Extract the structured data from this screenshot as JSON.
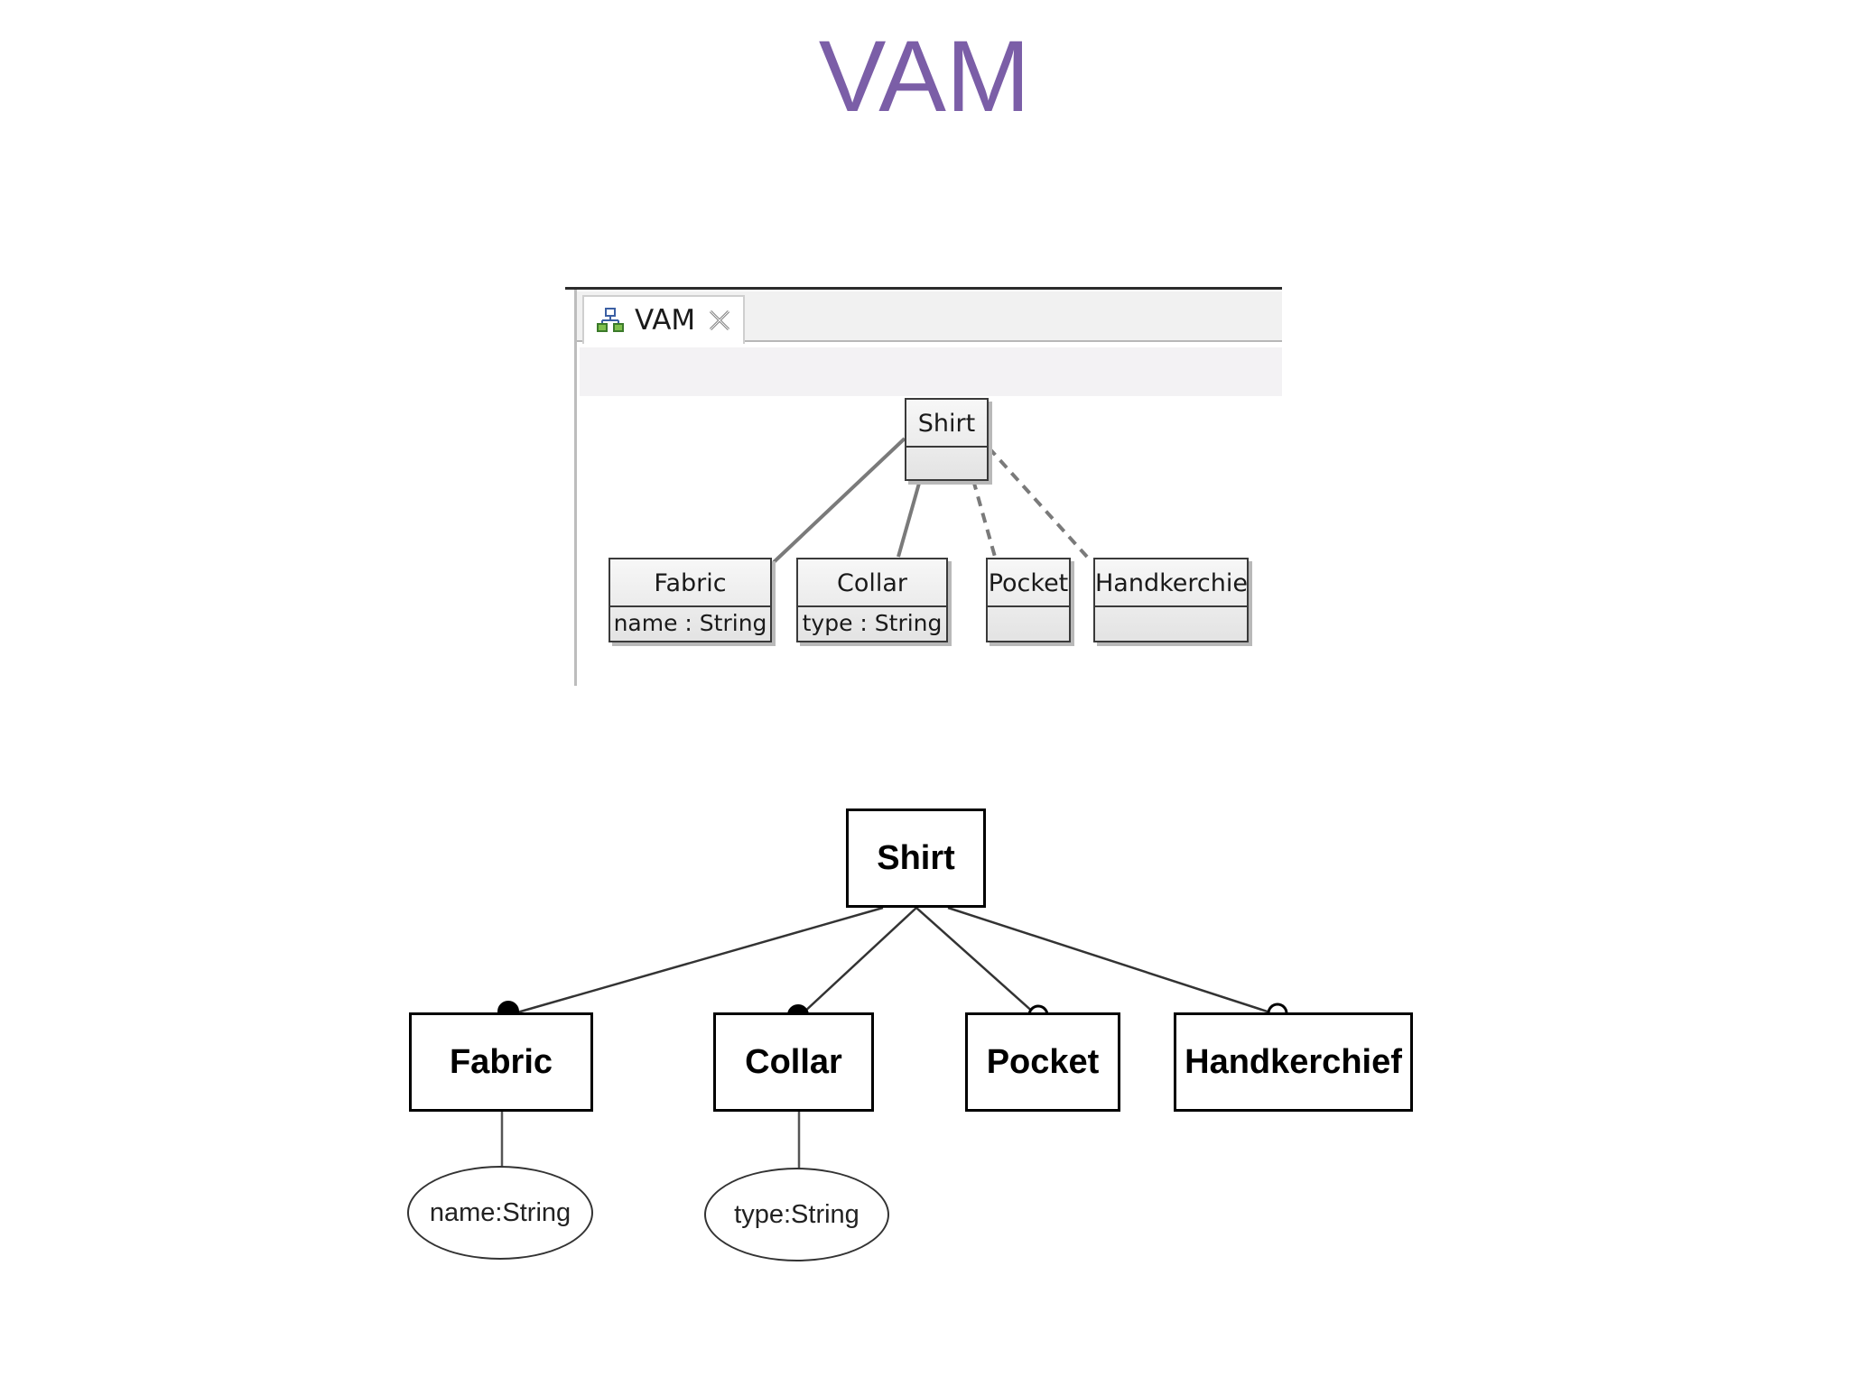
{
  "slide": {
    "title": "VAM"
  },
  "editor": {
    "tab": {
      "label": "VAM",
      "icon": "hierarchy-icon",
      "close_icon": "close-icon"
    },
    "uml": {
      "root": {
        "name": "Shirt"
      },
      "children": [
        {
          "name": "Fabric",
          "attribute": "name : String",
          "link": "solid"
        },
        {
          "name": "Collar",
          "attribute": "type : String",
          "link": "solid"
        },
        {
          "name": "Pocket",
          "attribute": "",
          "link": "dashed"
        },
        {
          "name": "Handkerchief",
          "attribute": "",
          "link": "dashed"
        }
      ]
    }
  },
  "feature_model": {
    "root": {
      "name": "Shirt"
    },
    "features": [
      {
        "name": "Fabric",
        "type": "mandatory",
        "attribute": "name:String"
      },
      {
        "name": "Collar",
        "type": "mandatory",
        "attribute": "type:String"
      },
      {
        "name": "Pocket",
        "type": "optional",
        "attribute": ""
      },
      {
        "name": "Handkerchief",
        "type": "optional",
        "attribute": ""
      }
    ]
  }
}
